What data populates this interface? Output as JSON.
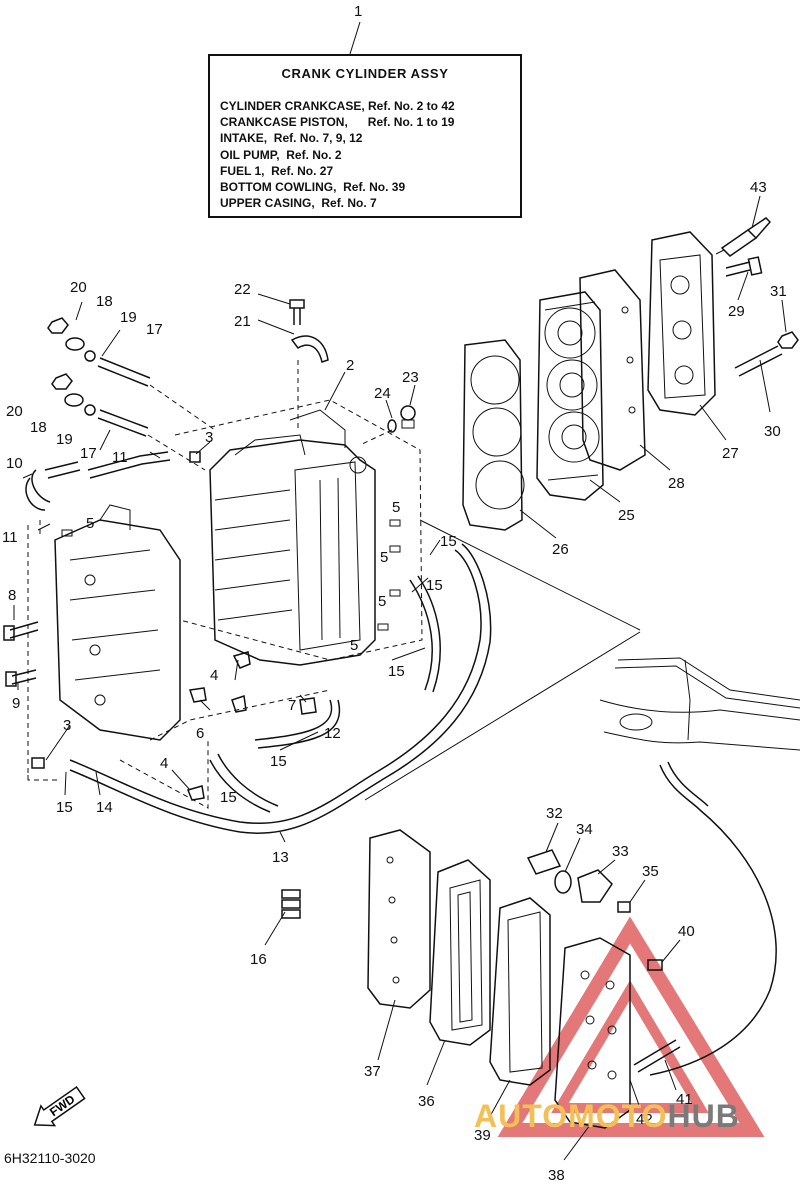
{
  "assembly": {
    "ref_number": "1",
    "title": "CRANK  CYLINDER ASSY",
    "lines": [
      "CYLINDER CRANKCASE, Ref. No. 2 to 42",
      "CRANKCASE PISTON,      Ref. No. 1 to 19",
      "INTAKE,  Ref. No. 7, 9, 12",
      "OIL PUMP,  Ref. No. 2",
      "FUEL 1,  Ref. No. 27",
      "BOTTOM COWLING,  Ref. No. 39",
      "UPPER CASING,  Ref. No. 7"
    ]
  },
  "callouts": {
    "c2": "2",
    "c3a": "3",
    "c3b": "3",
    "c4a": "4",
    "c4b": "4",
    "c5a": "5",
    "c5b": "5",
    "c5c": "5",
    "c5d": "5",
    "c5e": "5",
    "c6": "6",
    "c7": "7",
    "c8": "8",
    "c9": "9",
    "c10": "10",
    "c11a": "11",
    "c11b": "11",
    "c12": "12",
    "c13": "13",
    "c14": "14",
    "c15a": "15",
    "c15b": "15",
    "c15c": "15",
    "c15d": "15",
    "c15e": "15",
    "c15f": "15",
    "c16": "16",
    "c17a": "17",
    "c17b": "17",
    "c18a": "18",
    "c18b": "18",
    "c19a": "19",
    "c19b": "19",
    "c20a": "20",
    "c20b": "20",
    "c21": "21",
    "c22": "22",
    "c23": "23",
    "c24": "24",
    "c25": "25",
    "c26": "26",
    "c27": "27",
    "c28": "28",
    "c29": "29",
    "c30": "30",
    "c31": "31",
    "c32": "32",
    "c33": "33",
    "c34": "34",
    "c35": "35",
    "c36": "36",
    "c37": "37",
    "c38": "38",
    "c39": "39",
    "c40": "40",
    "c41": "41",
    "c42": "42",
    "c43": "43"
  },
  "diagram_code": "6H32110-3020",
  "fwd_label": "FWD",
  "watermark": {
    "part1": "AUTOMOTO",
    "part2": "HUB",
    "accent": "#f4c056",
    "triangle": "#e06060"
  },
  "icons": [
    "fwd-arrow-icon",
    "watermark-triangle-icon"
  ]
}
